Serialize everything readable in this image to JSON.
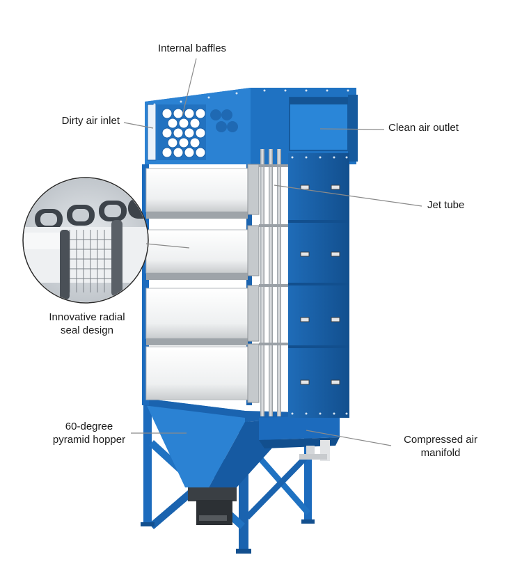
{
  "labels": {
    "internal_baffles": "Internal baffles",
    "dirty_air_inlet": "Dirty air inlet",
    "clean_air_outlet": "Clean air outlet",
    "jet_tube": "Jet tube",
    "radial_seal_line1": "Innovative radial",
    "radial_seal_line2": "seal design",
    "hopper_line1": "60-degree",
    "hopper_line2": "pyramid hopper",
    "manifold_line1": "Compressed air",
    "manifold_line2": "manifold"
  },
  "colors": {
    "steel_blue": "#1f74c4",
    "steel_blue_dark": "#155a9e",
    "steel_blue_light": "#3b8fd9",
    "filter_white": "#f1f2f2",
    "leader_line": "#8a8a8a"
  }
}
